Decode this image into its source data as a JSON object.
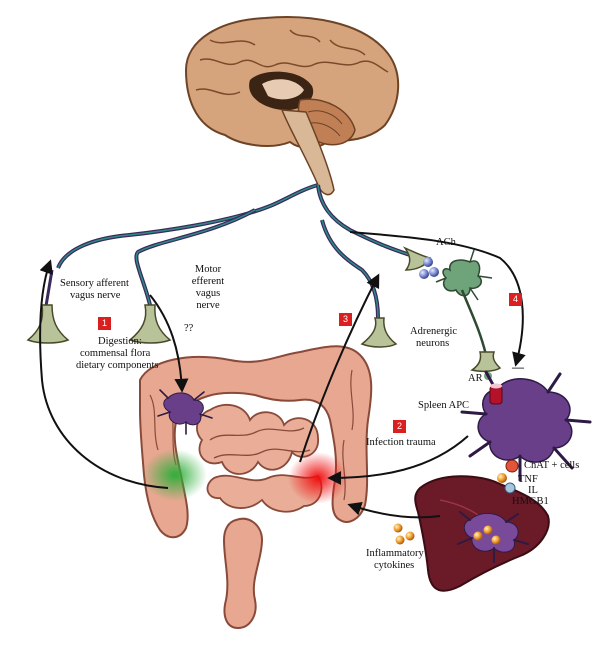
{
  "labels": {
    "sensory_line1": "Sensory afferent",
    "sensory_line2": "vagus nerve",
    "motor_line1": "Motor",
    "motor_line2": "efferent",
    "motor_line3": "vagus",
    "motor_line4": "nerve",
    "unknown": "??",
    "digestion_line1": "Digestion:",
    "digestion_line2": "commensal flora",
    "digestion_line3": "dietary components",
    "ach": "ACh",
    "adrenergic_line1": "Adrenergic",
    "adrenergic_line2": "neurons",
    "ar": "AR",
    "spleen_apc": "Spleen APC",
    "infection": "Infection trauma",
    "chat": "ChAT + cells",
    "tnf": "TNF",
    "il": "IL",
    "hmgb1": "HMGB1",
    "inflammatory_line1": "Inflammatory",
    "inflammatory_line2": "cytokines",
    "minus": "—"
  },
  "badges": {
    "b1": "1",
    "b2": "2",
    "b3": "3",
    "b4": "4"
  },
  "colors": {
    "nerve": "#3a2a5c",
    "nerve_teal": "#2f8a86",
    "brain": "#c8956a",
    "intestine": "#e8a590",
    "spleen": "#6b1a28",
    "apc": "#6a3f8a",
    "badge": "#d91f1f"
  }
}
